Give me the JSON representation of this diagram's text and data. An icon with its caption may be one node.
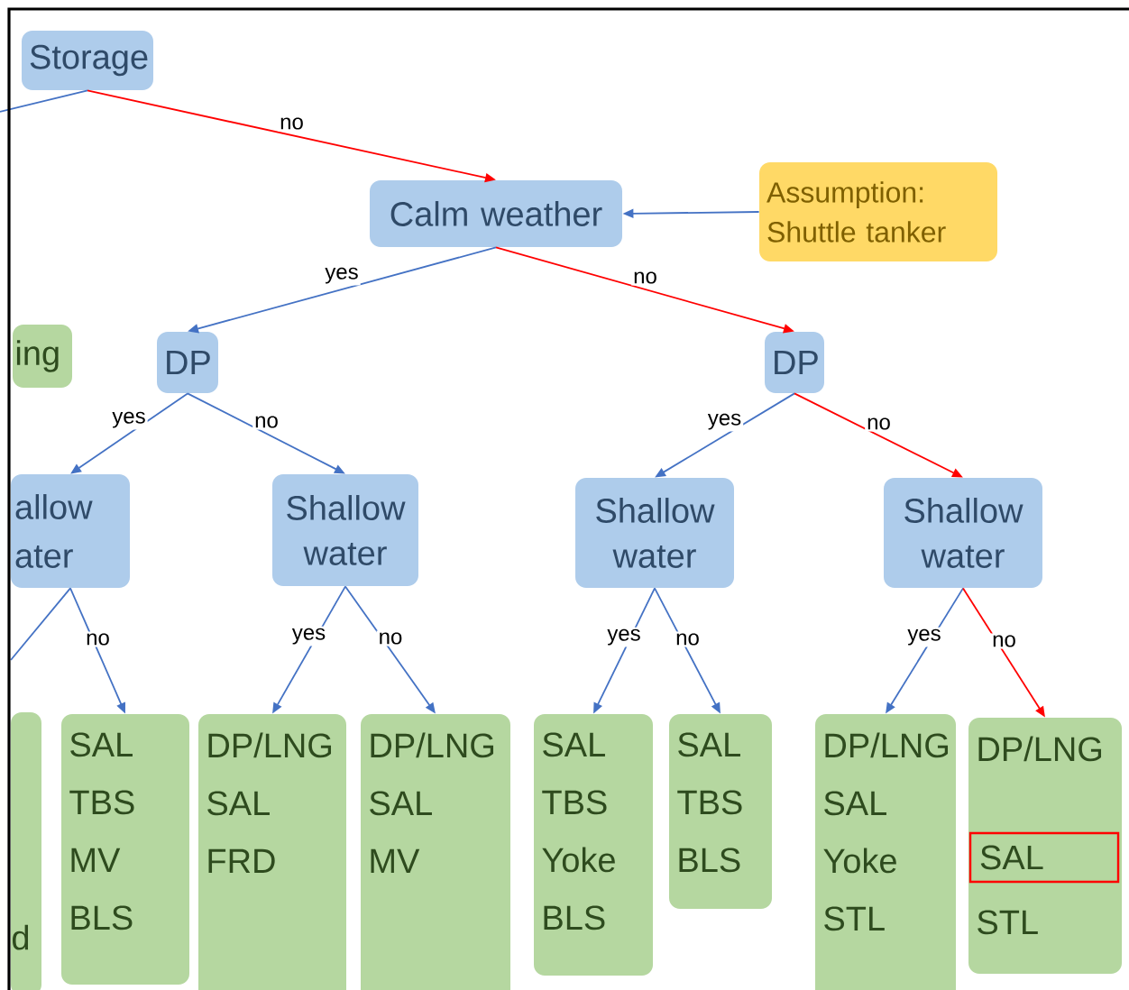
{
  "diagram": {
    "nodes": [
      {
        "text": [
          "Storage"
        ]
      },
      {
        "text": [
          "Calm weather"
        ]
      },
      {
        "text": [
          "Assumption: Shuttle tanker"
        ]
      },
      {
        "text": [
          "ing"
        ]
      },
      {
        "text": [
          "DP"
        ]
      },
      {
        "text": [
          "DP"
        ]
      },
      {
        "text": [
          "allow ater"
        ]
      },
      {
        "text": [
          "Shallow water"
        ]
      },
      {
        "text": [
          "Shallow water"
        ]
      },
      {
        "text": [
          "Shallow water"
        ]
      },
      {
        "text": [
          "d"
        ]
      },
      {
        "text": [
          "SAL",
          "TBS",
          "MV",
          "BLS"
        ]
      },
      {
        "text": [
          "DP/LNG",
          "SAL",
          "FRD"
        ]
      },
      {
        "text": [
          "DP/LNG",
          "SAL",
          "MV"
        ]
      },
      {
        "text": [
          "SAL",
          "TBS",
          "Yoke",
          "BLS"
        ]
      },
      {
        "text": [
          "SAL",
          "TBS",
          "BLS"
        ]
      },
      {
        "text": [
          "DP/LNG",
          "SAL",
          "Yoke",
          "STL"
        ]
      },
      {
        "text": [
          "DP/LNG",
          "STL"
        ]
      },
      {
        "text": [
          "SAL"
        ],
        "in": 17
      }
    ],
    "edges": [
      {
        "from": 0,
        "to": null,
        "arrow": "none"
      },
      {
        "from": 0,
        "to": 1,
        "arrow": "to",
        "label": "no",
        "color": "#ff0000"
      },
      {
        "from": 2,
        "to": 1,
        "arrow": "to"
      },
      {
        "from": 1,
        "to": 4,
        "arrow": "to",
        "label": "yes"
      },
      {
        "from": 1,
        "to": 5,
        "arrow": "to",
        "label": "no",
        "color": "#ff0000"
      },
      {
        "from": 4,
        "to": 6,
        "arrow": "to",
        "label": "yes"
      },
      {
        "from": 4,
        "to": 7,
        "arrow": "to",
        "label": "no"
      },
      {
        "from": 5,
        "to": 8,
        "arrow": "to",
        "label": "yes"
      },
      {
        "from": 5,
        "to": 9,
        "arrow": "to",
        "label": "no",
        "color": "#ff0000"
      },
      {
        "from": 6,
        "to": null,
        "arrow": "none"
      },
      {
        "from": 6,
        "to": 11,
        "arrow": "to",
        "label": "no"
      },
      {
        "from": 7,
        "to": 12,
        "arrow": "to",
        "label": "yes"
      },
      {
        "from": 7,
        "to": 13,
        "arrow": "to",
        "label": "no"
      },
      {
        "from": 8,
        "to": 14,
        "arrow": "to",
        "label": "yes"
      },
      {
        "from": 8,
        "to": 15,
        "arrow": "to",
        "label": "no"
      },
      {
        "from": 9,
        "to": 16,
        "arrow": "to",
        "label": "yes"
      },
      {
        "from": 9,
        "to": 17,
        "arrow": "to",
        "label": "no",
        "color": "#ff0000"
      }
    ]
  }
}
